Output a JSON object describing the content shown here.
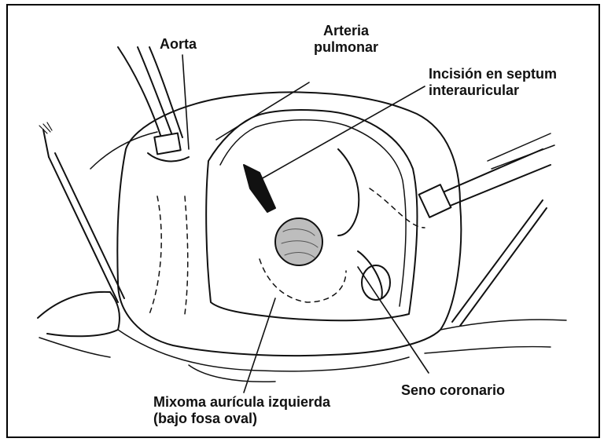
{
  "labels": {
    "aorta": "Aorta",
    "arteria_1": "Arteria",
    "arteria_2": "pulmonar",
    "incision_1": "Incisión en septum",
    "incision_2": "interauricular",
    "seno": "Seno coronario",
    "mixoma_1": "Mixoma aurícula izquierda",
    "mixoma_2": "(bajo fosa oval)"
  }
}
